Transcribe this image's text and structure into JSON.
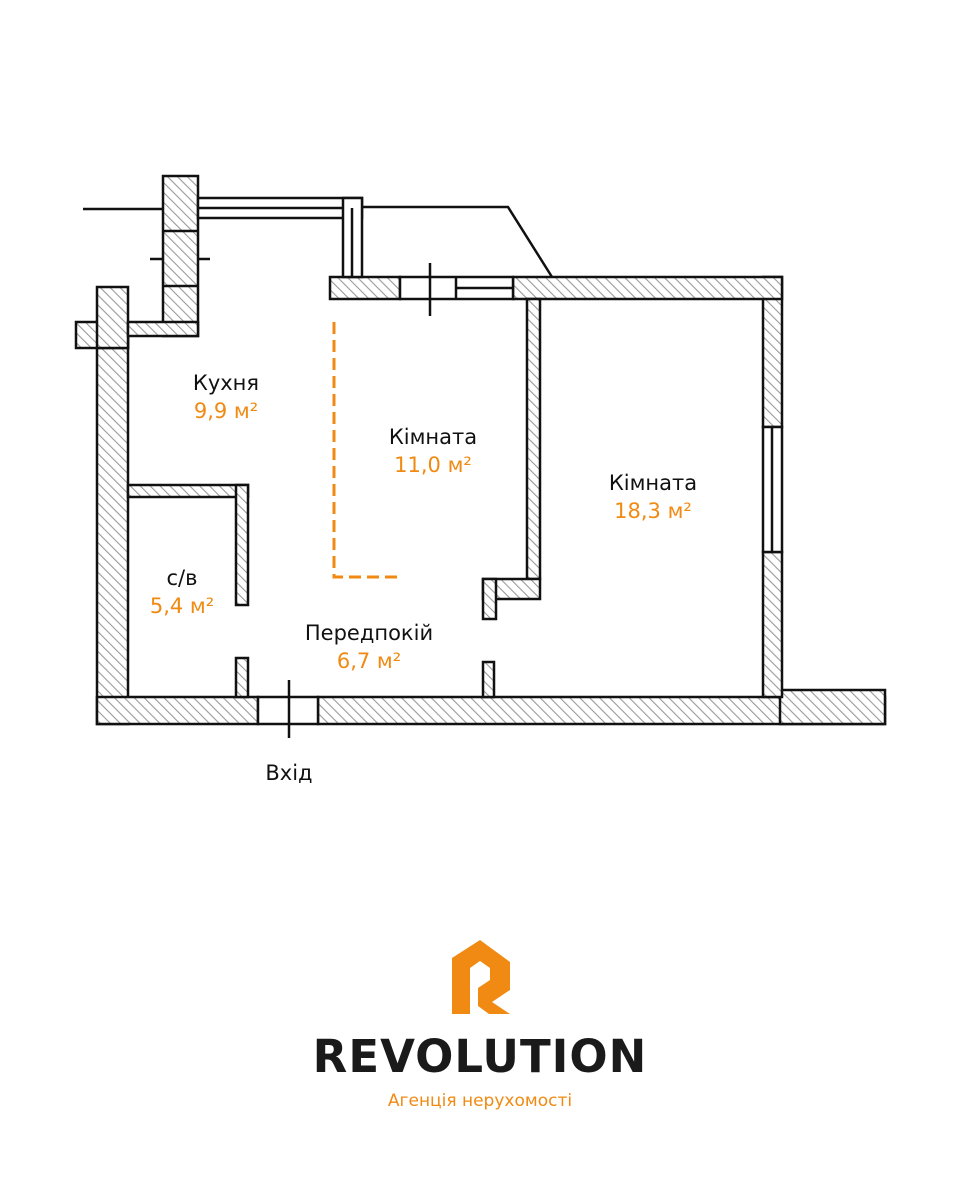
{
  "colors": {
    "accent": "#f08a12",
    "ink": "#111111",
    "hatch": "#9a9a9a"
  },
  "rooms": [
    {
      "name": "Кухня",
      "area": "9,9 м²"
    },
    {
      "name": "Кімната",
      "area": "11,0 м²"
    },
    {
      "name": "Кімната",
      "area": "18,3 м²"
    },
    {
      "name": "с/в",
      "area": "5,4 м²"
    },
    {
      "name": "Передпокій",
      "area": "6,7 м²"
    }
  ],
  "entrance_label": "Вхід",
  "brand": {
    "logo_icon": "house-logo-icon",
    "name": "REVOLUTION",
    "tagline": "Агенція нерухомості"
  }
}
